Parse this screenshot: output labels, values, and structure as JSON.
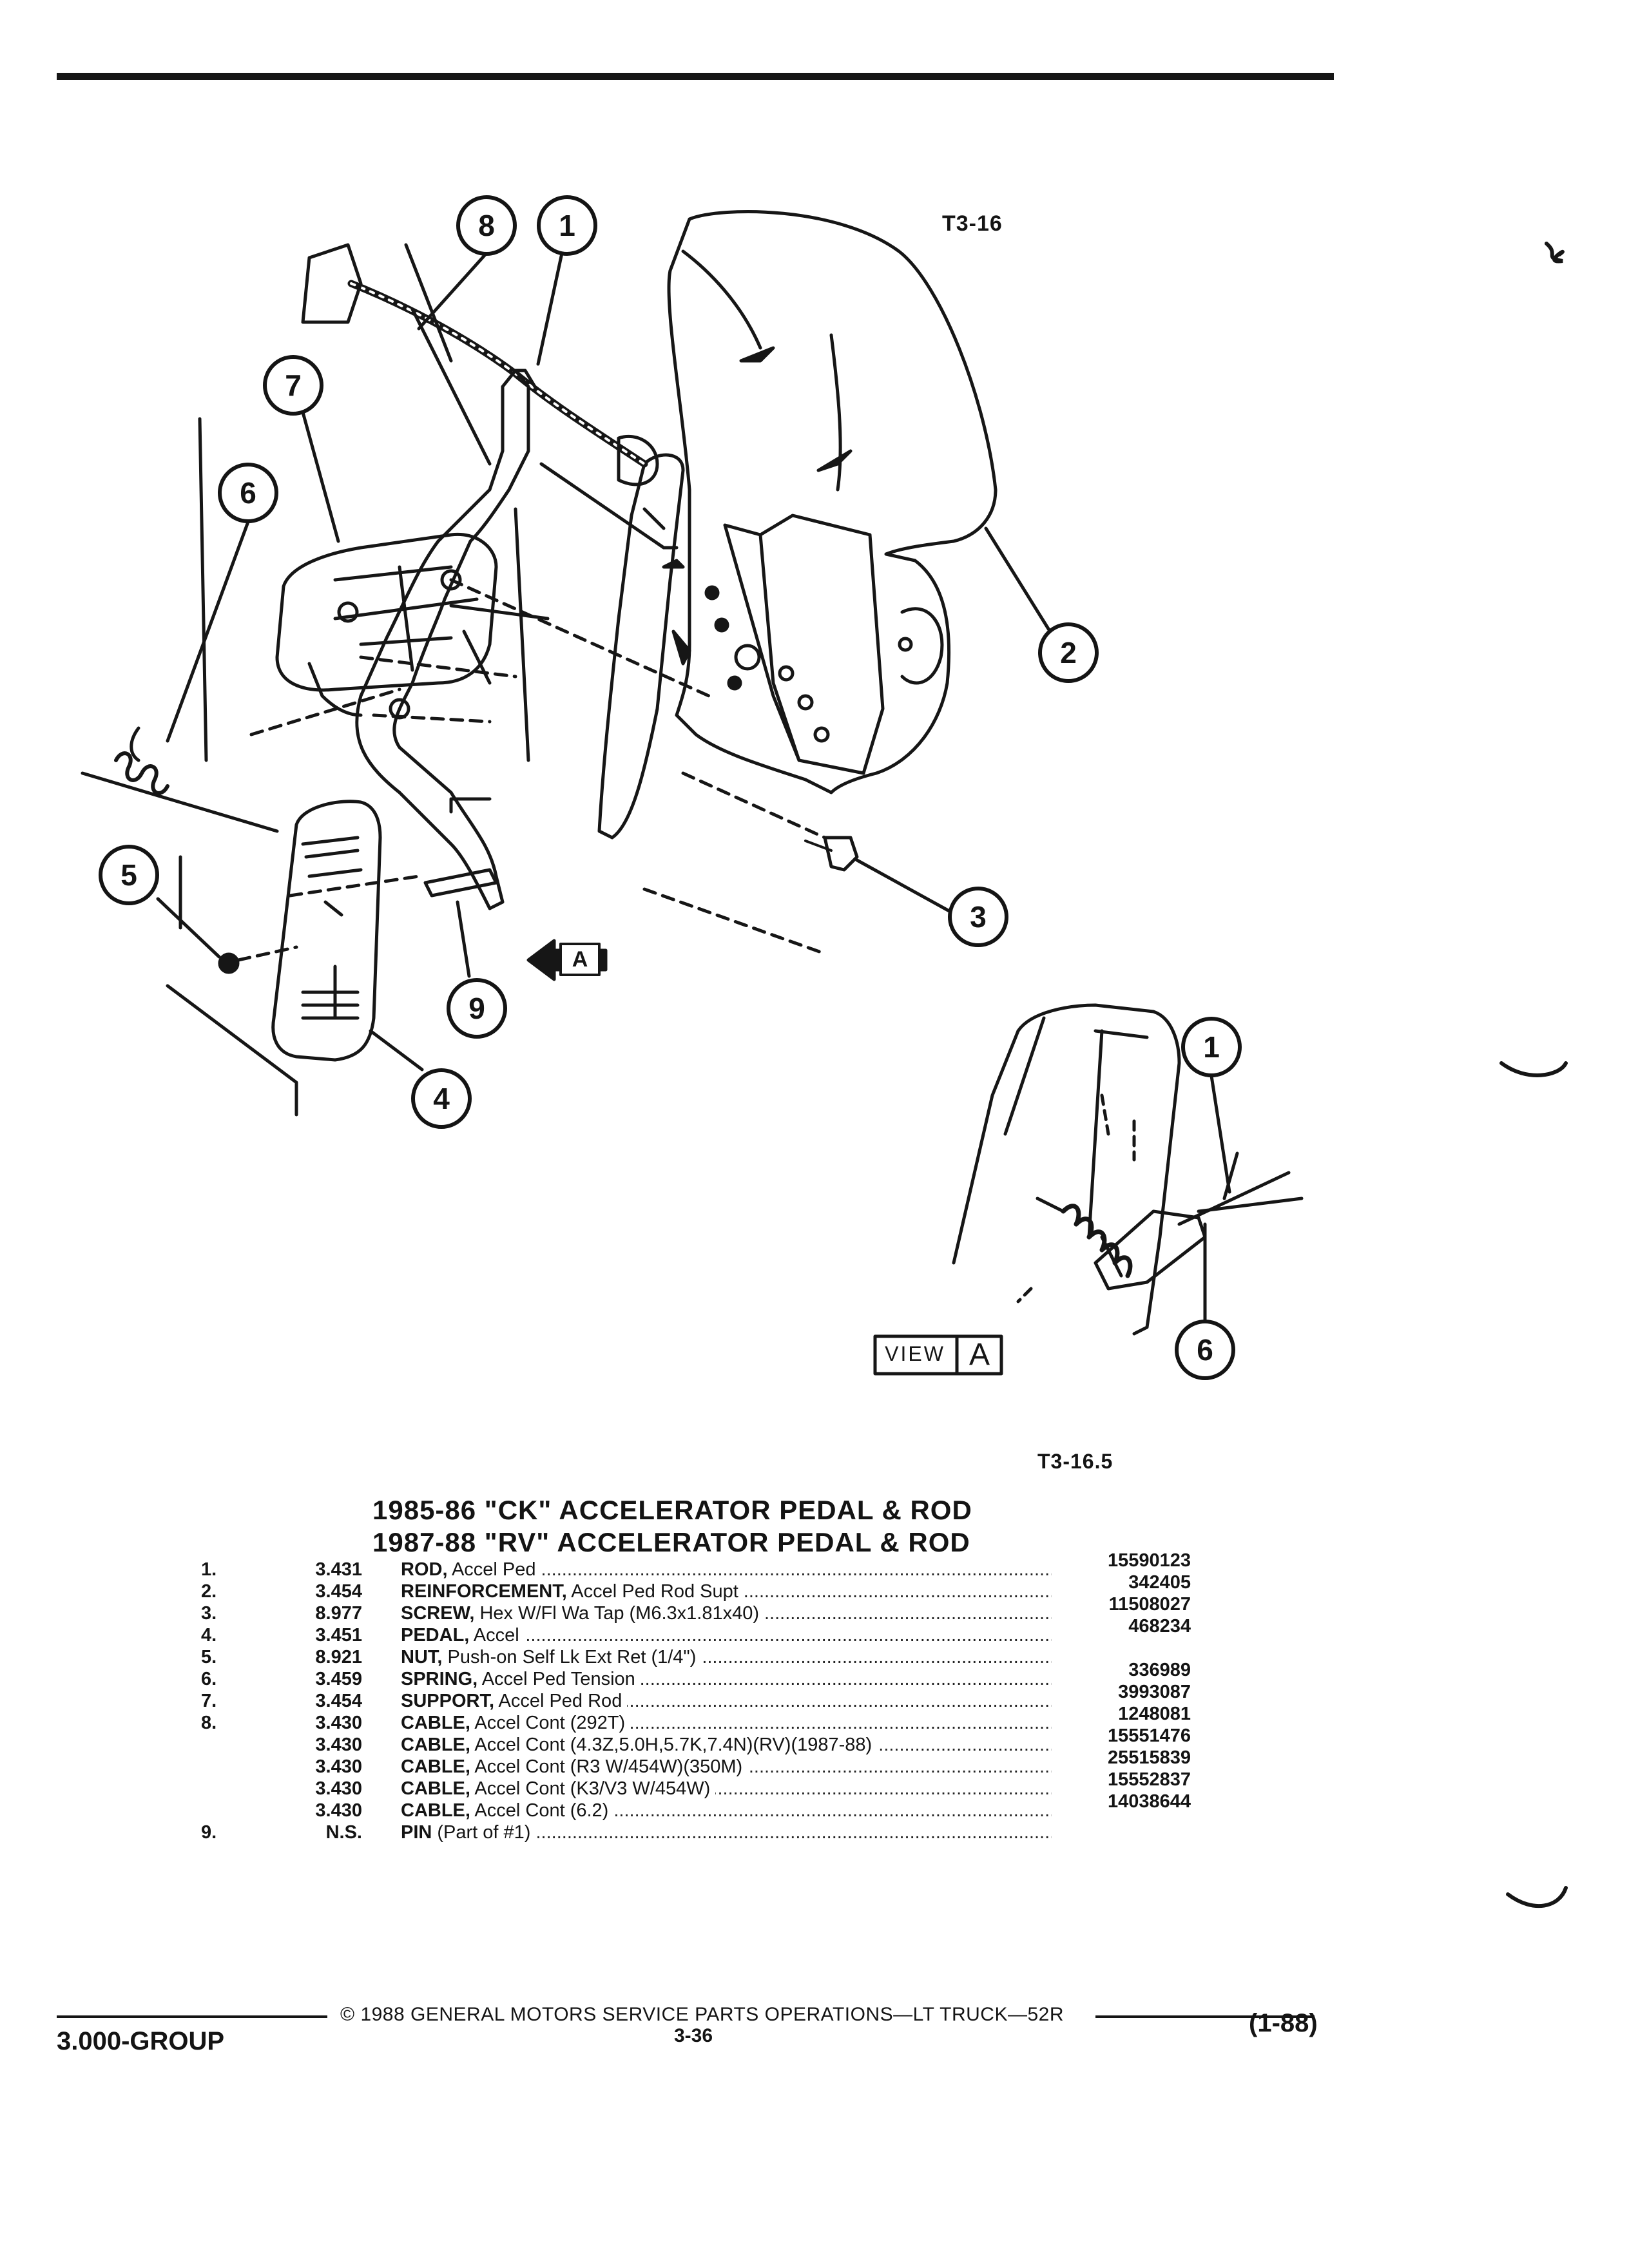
{
  "figure": {
    "main_label": "T3-16",
    "secondary_label": "T3-16.5",
    "view_label_text": "VIEW",
    "view_label_letter": "A",
    "callouts": [
      "1",
      "2",
      "3",
      "4",
      "5",
      "6",
      "7",
      "8",
      "9"
    ]
  },
  "title": {
    "line1": "1985-86 \"CK\" ACCELERATOR PEDAL & ROD",
    "line2": "1987-88 \"RV\" ACCELERATOR PEDAL & ROD"
  },
  "parts": [
    {
      "item": "1.",
      "code": "3.431",
      "name": "ROD,",
      "desc": " Accel Ped",
      "part_no": "15590123"
    },
    {
      "item": "2.",
      "code": "3.454",
      "name": "REINFORCEMENT,",
      "desc": " Accel Ped Rod Supt",
      "part_no": "342405"
    },
    {
      "item": "3.",
      "code": "8.977",
      "name": "SCREW,",
      "desc": " Hex W/Fl Wa Tap (M6.3x1.81x40)",
      "part_no": "11508027"
    },
    {
      "item": "4.",
      "code": "3.451",
      "name": "PEDAL,",
      "desc": " Accel",
      "part_no": "468234"
    },
    {
      "item": "5.",
      "code": "8.921",
      "name": "NUT,",
      "desc": " Push-on Self Lk Ext Ret (1/4\")",
      "part_no": ""
    },
    {
      "item": "6.",
      "code": "3.459",
      "name": "SPRING,",
      "desc": " Accel Ped Tension",
      "part_no": "336989"
    },
    {
      "item": "7.",
      "code": "3.454",
      "name": "SUPPORT,",
      "desc": " Accel Ped Rod",
      "part_no": "3993087"
    },
    {
      "item": "8.",
      "code": "3.430",
      "name": "CABLE,",
      "desc": " Accel Cont (292T)",
      "part_no": "1248081"
    },
    {
      "item": "",
      "code": "3.430",
      "name": "CABLE,",
      "desc": " Accel Cont (4.3Z,5.0H,5.7K,7.4N)(RV)(1987-88)",
      "part_no": "15551476"
    },
    {
      "item": "",
      "code": "3.430",
      "name": "CABLE,",
      "desc": " Accel Cont (R3 W/454W)(350M)",
      "part_no": "25515839"
    },
    {
      "item": "",
      "code": "3.430",
      "name": "CABLE,",
      "desc": " Accel Cont (K3/V3 W/454W)",
      "part_no": "15552837"
    },
    {
      "item": "",
      "code": "3.430",
      "name": "CABLE,",
      "desc": " Accel Cont (6.2)",
      "part_no": "14038644"
    },
    {
      "item": "9.",
      "code": "N.S.",
      "name": "PIN",
      "desc": " (Part of #1)",
      "part_no": ""
    }
  ],
  "footer": {
    "copyright": "© 1988 GENERAL MOTORS SERVICE PARTS OPERATIONS—LT TRUCK—52R",
    "group": "3.000-GROUP",
    "page": "3-36",
    "date": "(1-88)"
  }
}
